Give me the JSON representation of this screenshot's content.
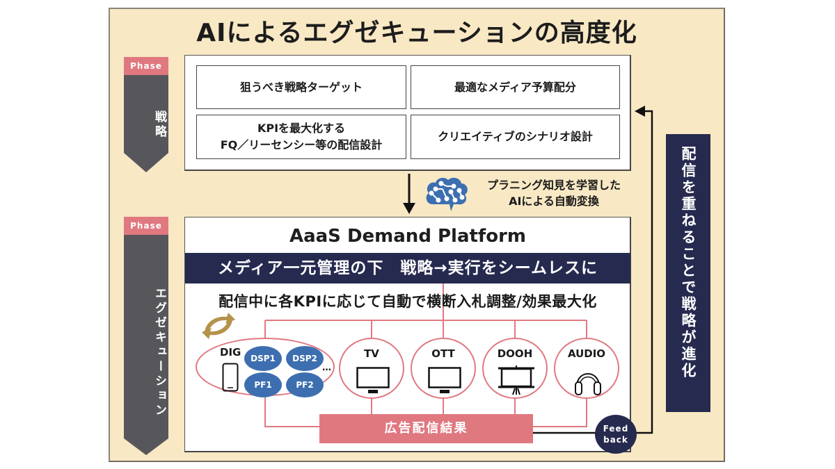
{
  "title": "AIによるエグゼキューションの高度化",
  "phases": [
    {
      "tag": "Phase",
      "label": "戦略"
    },
    {
      "tag": "Phase",
      "label": "エグゼキューション"
    }
  ],
  "strategy_cells": [
    "狙うべき戦略ターゲット",
    "最適なメディア予算配分",
    "KPIを最大化する\nFQ／リーセンシー等の配信設計",
    "クリエイティブのシナリオ設計"
  ],
  "ai_note": {
    "icon": "brain-circuit-icon",
    "line1": "プラニング知見を学習した",
    "line2": "AIによる自動変換"
  },
  "platform": {
    "title": "AaaS Demand Platform",
    "banner": "メディア一元管理の下　戦略→実行をシームレスに",
    "subtitle": "配信中に各KPIに応じて自動で横断入札調整/効果最大化",
    "cycle_icon": "refresh-cycle-icon",
    "dig": {
      "label": "DIG",
      "icon": "smartphone-icon",
      "platforms": [
        "DSP1",
        "DSP2",
        "PF1",
        "PF2"
      ],
      "more": "…"
    },
    "media": [
      {
        "label": "TV",
        "icon": "tv-icon"
      },
      {
        "label": "OTT",
        "icon": "tv-icon"
      },
      {
        "label": "DOOH",
        "icon": "billboard-icon"
      },
      {
        "label": "AUDIO",
        "icon": "headphones-icon"
      }
    ],
    "result": "広告配信結果"
  },
  "feedback": {
    "line1": "Feed",
    "line2": "back"
  },
  "evolve": "配信を重ねることで戦略が進化",
  "colors": {
    "background": "#f8e8c4",
    "accent_pink": "#e07880",
    "navy": "#262a4f",
    "phase_gray": "#57575b",
    "dsp_blue": "#3d6fb0",
    "gold": "#b5924a"
  }
}
